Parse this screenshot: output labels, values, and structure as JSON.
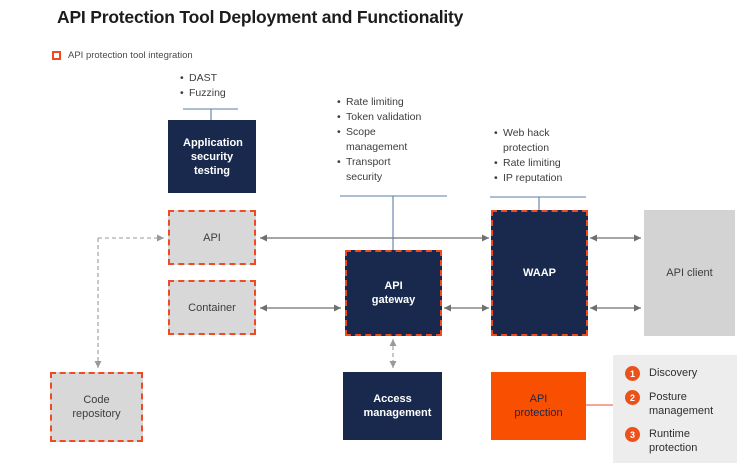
{
  "title": "API Protection Tool Deployment and Functionality",
  "legend": {
    "label": "API protection tool integration"
  },
  "colors": {
    "navy": "#18294d",
    "orange_fill": "#f85000",
    "dashed_orange": "#ee4b22",
    "badge_orange": "#ee5019",
    "gray_box": "#d8d8d8",
    "panel_gray": "#ededed",
    "arrow_gray": "#707070",
    "connector_blue": "#5b7ea8",
    "callout_line": "#f0735a"
  },
  "nodes": {
    "app_sec_testing": {
      "label": "Application security testing"
    },
    "api": {
      "label": "API"
    },
    "container": {
      "label": "Container"
    },
    "api_gateway": {
      "label": "API gateway"
    },
    "waap": {
      "label": "WAAP"
    },
    "api_client": {
      "label": "API client"
    },
    "code_repository": {
      "label": "Code repository"
    },
    "access_management": {
      "label": "Access management"
    },
    "api_protection": {
      "label": "API protection"
    }
  },
  "bullet_lists": {
    "ast": {
      "0": "DAST",
      "1": "Fuzzing"
    },
    "gateway": {
      "0": "Rate limiting",
      "1": "Token validation",
      "2": "Scope management",
      "3": "Transport security"
    },
    "waap": {
      "0": "Web hack protection",
      "1": "Rate limiting",
      "2": "IP reputation"
    }
  },
  "callout": {
    "items": [
      {
        "num": "1",
        "label": "Discovery"
      },
      {
        "num": "2",
        "label": "Posture management"
      },
      {
        "num": "3",
        "label": "Runtime protection"
      }
    ]
  }
}
